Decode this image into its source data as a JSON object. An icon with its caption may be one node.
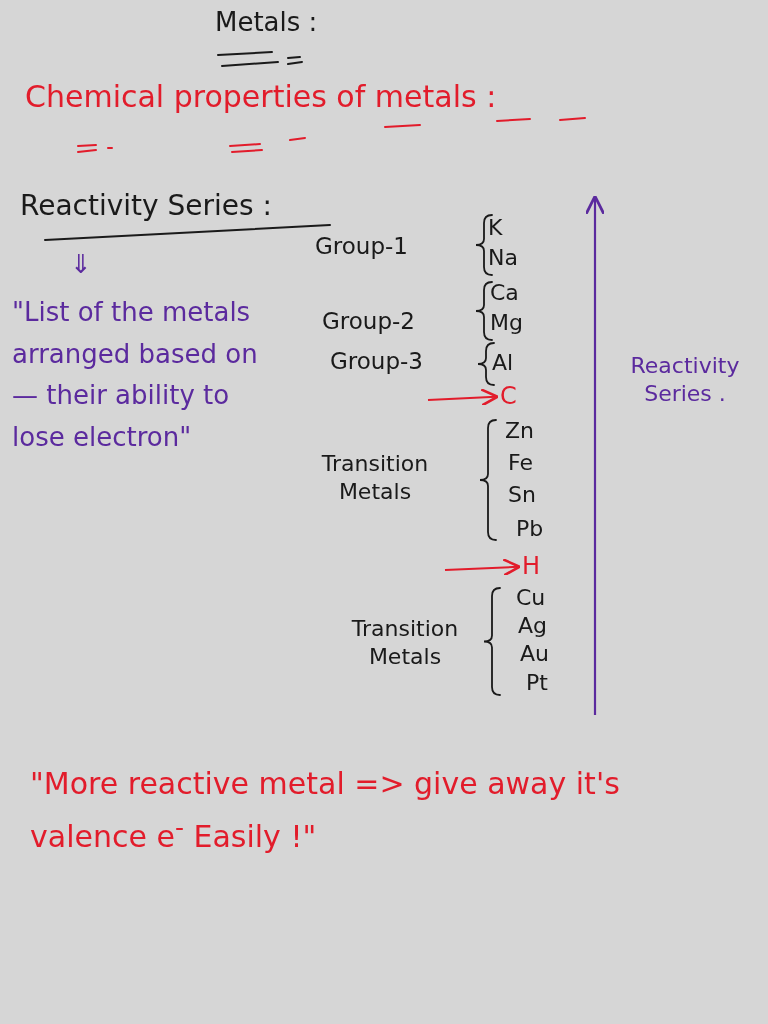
{
  "diagram": {
    "title": "Metals :",
    "nodes": [
      {
        "text": [
          "C"
        ]
      },
      {
        "text": [
          "H"
        ]
      }
    ],
    "edges": [
      {
        "from": null,
        "to": 0,
        "arrow": "to"
      },
      {
        "from": null,
        "to": 1,
        "arrow": "to"
      }
    ],
    "labels": [
      "Chemical properties of metals :",
      "Reactivity Series :",
      "⇓",
      "\"List of the metals arranged based on — their ability to lose electron\"",
      "Group-1",
      "K",
      "Na",
      "Group-2",
      "Ca",
      "Mg",
      "Group-3",
      "Al",
      "Transition Metals",
      "Zn",
      "Fe",
      "Sn",
      "Pb",
      "Transition Metals",
      "Cu",
      "Ag",
      "Au",
      "Pt",
      "Reactivity Series .",
      "\"More reactive metal => give away it's valence e$^{-}$ Easily !\""
    ]
  }
}
